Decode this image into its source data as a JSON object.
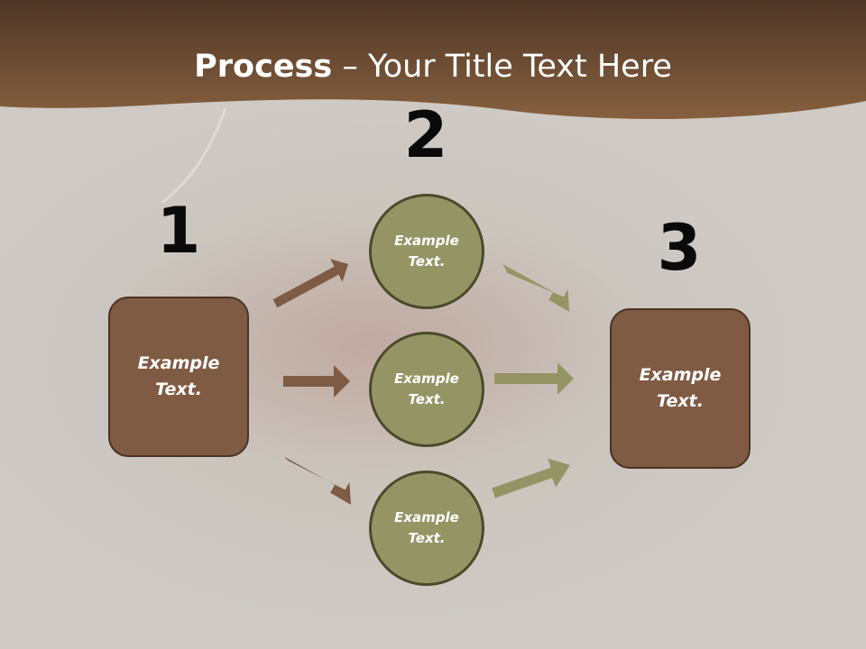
{
  "title": {
    "bold": "Process",
    "rest": " – Your Title Text Here"
  },
  "steps": [
    {
      "number": "1",
      "box": {
        "line1": "Example",
        "line2": "Text."
      }
    },
    {
      "number": "2",
      "circles": [
        {
          "line1": "Example",
          "line2": "Text."
        },
        {
          "line1": "Example",
          "line2": "Text."
        },
        {
          "line1": "Example",
          "line2": "Text."
        }
      ]
    },
    {
      "number": "3",
      "box": {
        "line1": "Example",
        "line2": "Text."
      }
    }
  ],
  "colors": {
    "header": "#7a563d",
    "box_fill": "#7f5b44",
    "circle_fill": "#959465",
    "arrow_brown": "#7f5b44",
    "arrow_olive": "#959465"
  }
}
